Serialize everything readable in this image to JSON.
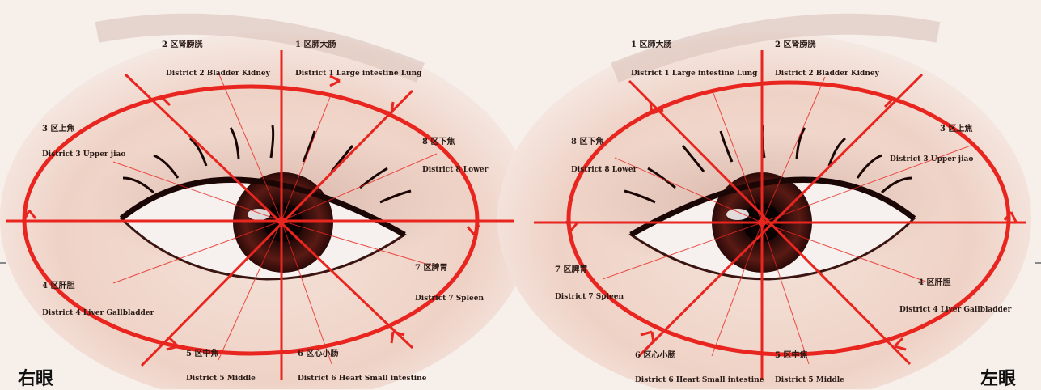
{
  "eyes": {
    "right": {
      "title": "右眼",
      "zones": [
        {
          "cn": "1 区肺大肠",
          "en": "District 1 Large intestine Lung"
        },
        {
          "cn": "2 区肾膀胱",
          "en": "District 2 Bladder Kidney"
        },
        {
          "cn": "3 区上焦",
          "en": "District 3 Upper jiao"
        },
        {
          "cn": "4 区肝胆",
          "en": "District 4 Liver Gallbladder"
        },
        {
          "cn": "5 区中焦",
          "en": "District 5 Middle"
        },
        {
          "cn": "6 区心小肠",
          "en": "District 6 Heart Small intestine"
        },
        {
          "cn": "7 区脾胃",
          "en": "District 7 Spleen"
        },
        {
          "cn": "8 区下焦",
          "en": "District 8 Lower"
        }
      ]
    },
    "left": {
      "title": "左眼",
      "zones": [
        {
          "cn": "1 区肺大肠",
          "en": "District 1 Large intestine Lung"
        },
        {
          "cn": "2 区肾膀胱",
          "en": "District 2 Bladder Kidney"
        },
        {
          "cn": "3 区上焦",
          "en": "District 3 Upper jiao"
        },
        {
          "cn": "4 区肝胆",
          "en": "District 4 Liver Gallbladder"
        },
        {
          "cn": "5 区中焦",
          "en": "District 5 Middle"
        },
        {
          "cn": "6 区心小肠",
          "en": "District 6 Heart Small intestine"
        },
        {
          "cn": "7 区脾胃",
          "en": "District 7 Spleen"
        },
        {
          "cn": "8 区下焦",
          "en": "District 8 Lower"
        }
      ]
    }
  },
  "colors": {
    "line": "#e8251f",
    "iris": "#5a1a14",
    "skin": "#f2ddd3",
    "text": "#2a1a16"
  }
}
